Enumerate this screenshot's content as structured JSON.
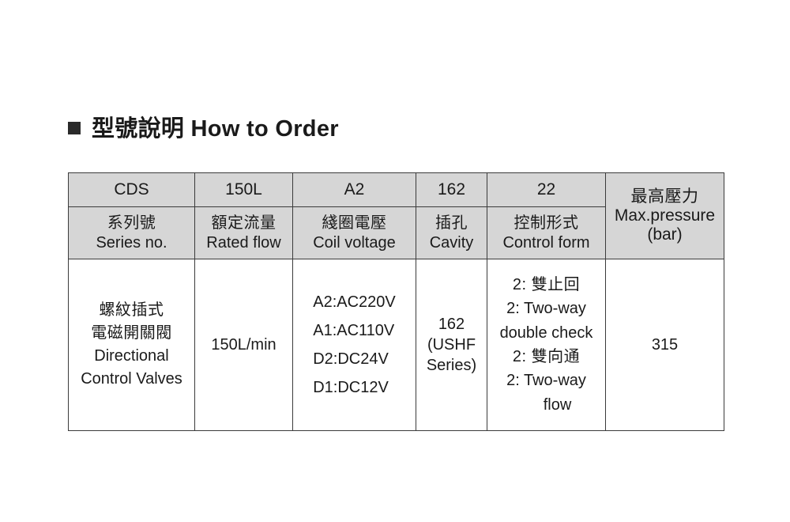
{
  "page": {
    "background": "#ffffff",
    "text_color": "#1a1a1a"
  },
  "heading": {
    "bullet_icon": "filled-square-bullet",
    "text": "型號說明 How to Order"
  },
  "table": {
    "header_background": "#d6d6d6",
    "border_color": "#3b3b3b",
    "code_row": {
      "series_no": "CDS",
      "rated_flow": "150L",
      "coil_voltage": "A2",
      "cavity": "162",
      "control_form": "22"
    },
    "label_row": {
      "series_no_cn": "系列號",
      "series_no_en": "Series no.",
      "rated_flow_cn": "額定流量",
      "rated_flow_en": "Rated flow",
      "coil_voltage_cn": "綫圈電壓",
      "coil_voltage_en": "Coil voltage",
      "cavity_cn": "插孔",
      "cavity_en": "Cavity",
      "control_form_cn": "控制形式",
      "control_form_en": "Control form"
    },
    "max_pressure": {
      "cn": "最高壓力",
      "en": "Max.pressure",
      "unit": "(bar)",
      "value": "315"
    },
    "body_row": {
      "series_no_lines": [
        "螺紋插式",
        "電磁開關閥",
        "Directional",
        "Control Valves"
      ],
      "rated_flow": "150L/min",
      "coil_voltage_lines": [
        "A2:AC220V",
        "A1:AC110V",
        "D2:DC24V",
        "D1:DC12V"
      ],
      "cavity_lines": [
        "162",
        "(USHF",
        "Series)"
      ],
      "control_form_lines": [
        "2: 雙止回",
        "2: Two-way",
        "double check",
        "2: 雙向通",
        "2: Two-way",
        "flow"
      ]
    }
  }
}
